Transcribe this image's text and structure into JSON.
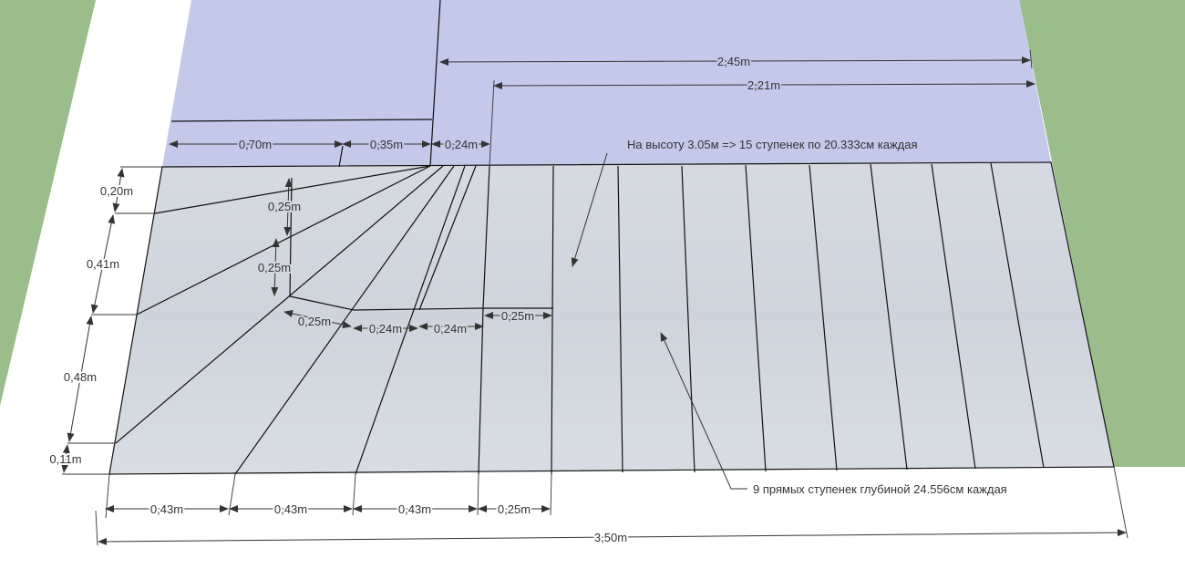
{
  "colors": {
    "grass": "#9bbd8b",
    "landing": "#c4c9ea",
    "floor": "#d3d8df",
    "background": "#ffffff"
  },
  "dimensions": {
    "top_245": "2,45m",
    "top_221": "2,21m",
    "landing_070": "0,70m",
    "landing_035": "0,35m",
    "landing_024": "0,24m",
    "left_020": "0,20m",
    "left_041": "0,41m",
    "left_048": "0,48m",
    "left_011": "0,11m",
    "inner_025_a": "0,25m",
    "inner_025_b": "0,25m",
    "inner_025_c": "0,25m",
    "inner_024_a": "0,24m",
    "inner_024_b": "0,24m",
    "inner_025_d": "0,25m",
    "bottom_043_a": "0,43m",
    "bottom_043_b": "0,43m",
    "bottom_043_c": "0,43m",
    "bottom_025": "0,25m",
    "total_350": "3,50m"
  },
  "notes": {
    "height_note": "На высоту 3.05м => 15 ступенек по 20.333см каждая",
    "steps_note": "9 прямых ступенек глубиной 24.556см каждая"
  }
}
